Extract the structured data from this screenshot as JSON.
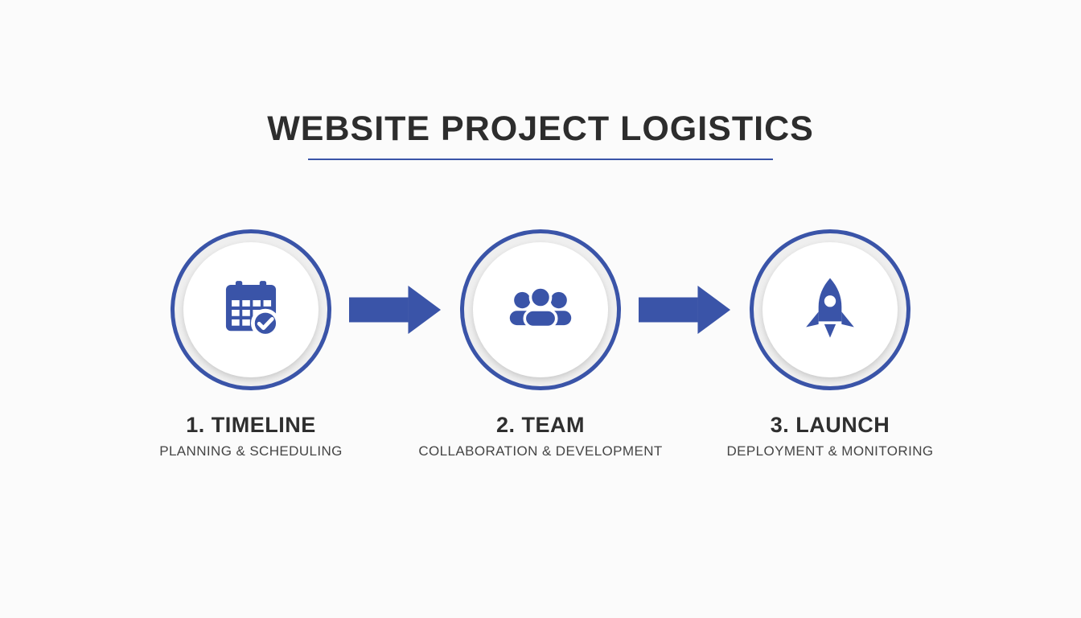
{
  "title": "WEBSITE PROJECT LOGISTICS",
  "colors": {
    "accent": "#3a54a8",
    "title_text": "#2d2d2d",
    "background": "#fbfbfb"
  },
  "steps": [
    {
      "title": "1. TIMELINE",
      "subtitle": "PLANNING & SCHEDULING",
      "icon": "calendar-check-icon"
    },
    {
      "title": "2. TEAM",
      "subtitle": "COLLABORATION & DEVELOPMENT",
      "icon": "team-icon"
    },
    {
      "title": "3. LAUNCH",
      "subtitle": "DEPLOYMENT & MONITORING",
      "icon": "rocket-icon"
    }
  ]
}
